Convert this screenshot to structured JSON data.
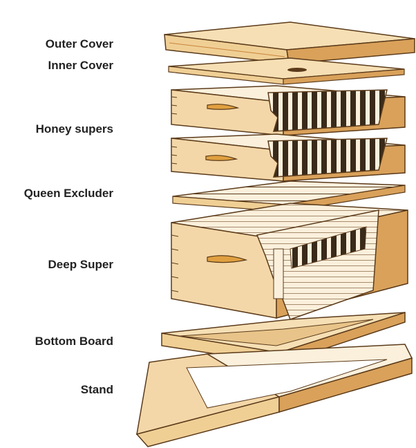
{
  "labels": {
    "outer_cover": "Outer Cover",
    "inner_cover": "Inner Cover",
    "honey_supers": "Honey supers",
    "queen_excluder": "Queen Excluder",
    "deep_super": "Deep Super",
    "bottom_board": "Bottom Board",
    "stand": "Stand"
  },
  "colors": {
    "wood": "#f3d7a8",
    "wood_dark": "#d9a15a",
    "wood_edge": "#c8843a",
    "inside": "#fbf0dc",
    "outline": "#5a3a1a",
    "comb": "#3a2a1a",
    "handle": "#e0a040"
  }
}
